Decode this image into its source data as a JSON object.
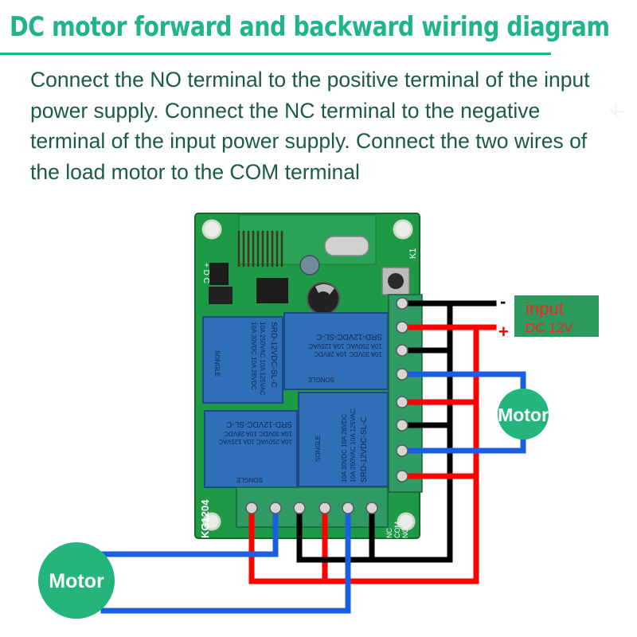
{
  "title": "DC motor forward and backward wiring diagram",
  "description": "Connect the NO terminal to the positive terminal of the input power supply. Connect the NC terminal to the negative terminal of the input power supply. Connect the two wires of the load motor to the COM terminal",
  "input_label": {
    "line1": "input",
    "line2": "DC 12V"
  },
  "polarity": {
    "negative": "-",
    "positive": "+"
  },
  "motor_right": "Motor",
  "motor_bottom": "Motor",
  "board": {
    "model": "KG1204",
    "button": "K1",
    "edge_label": "+ D C",
    "bottom_terminal_labels": [
      "NC",
      "COM",
      "NO"
    ]
  },
  "relays": [
    {
      "brand": "SONGLE",
      "model": "SRD-12VDC-SL-C",
      "rating1": "10A 250VAC  10A 125VAC",
      "rating2": "10A 30VDC  10A 28VDC"
    },
    {
      "brand": "SONGLE",
      "model": "SRD-12VDC-SL-C",
      "rating1": "10A 250VAC  10A 125VAC",
      "rating2": "10A 30VDC  10A 28VDC"
    },
    {
      "brand": "SONGLE",
      "model": "SRD-12VDC-SL-C",
      "rating1": "10A 250VAC  10A 125VAC",
      "rating2": "10A 30VDC  10A 28VDC"
    },
    {
      "brand": "SONGLE",
      "model": "SRD-12VDC-SL-C",
      "rating1": "10A 250VAC  10A 125VAC",
      "rating2": "10A 30VDC  10A 28VDC"
    }
  ],
  "colors": {
    "title": "#1fb48a",
    "text": "#1b5a44",
    "pcb": "#1e9a46",
    "relay": "#2f6fb8",
    "terminal": "#2f9a63",
    "wire_red": "#ff0000",
    "wire_black": "#000000",
    "wire_blue": "#1a5fe0",
    "motor": "#23b57c",
    "label_bg": "#2b9a5c",
    "label_text": "#ff2020"
  }
}
